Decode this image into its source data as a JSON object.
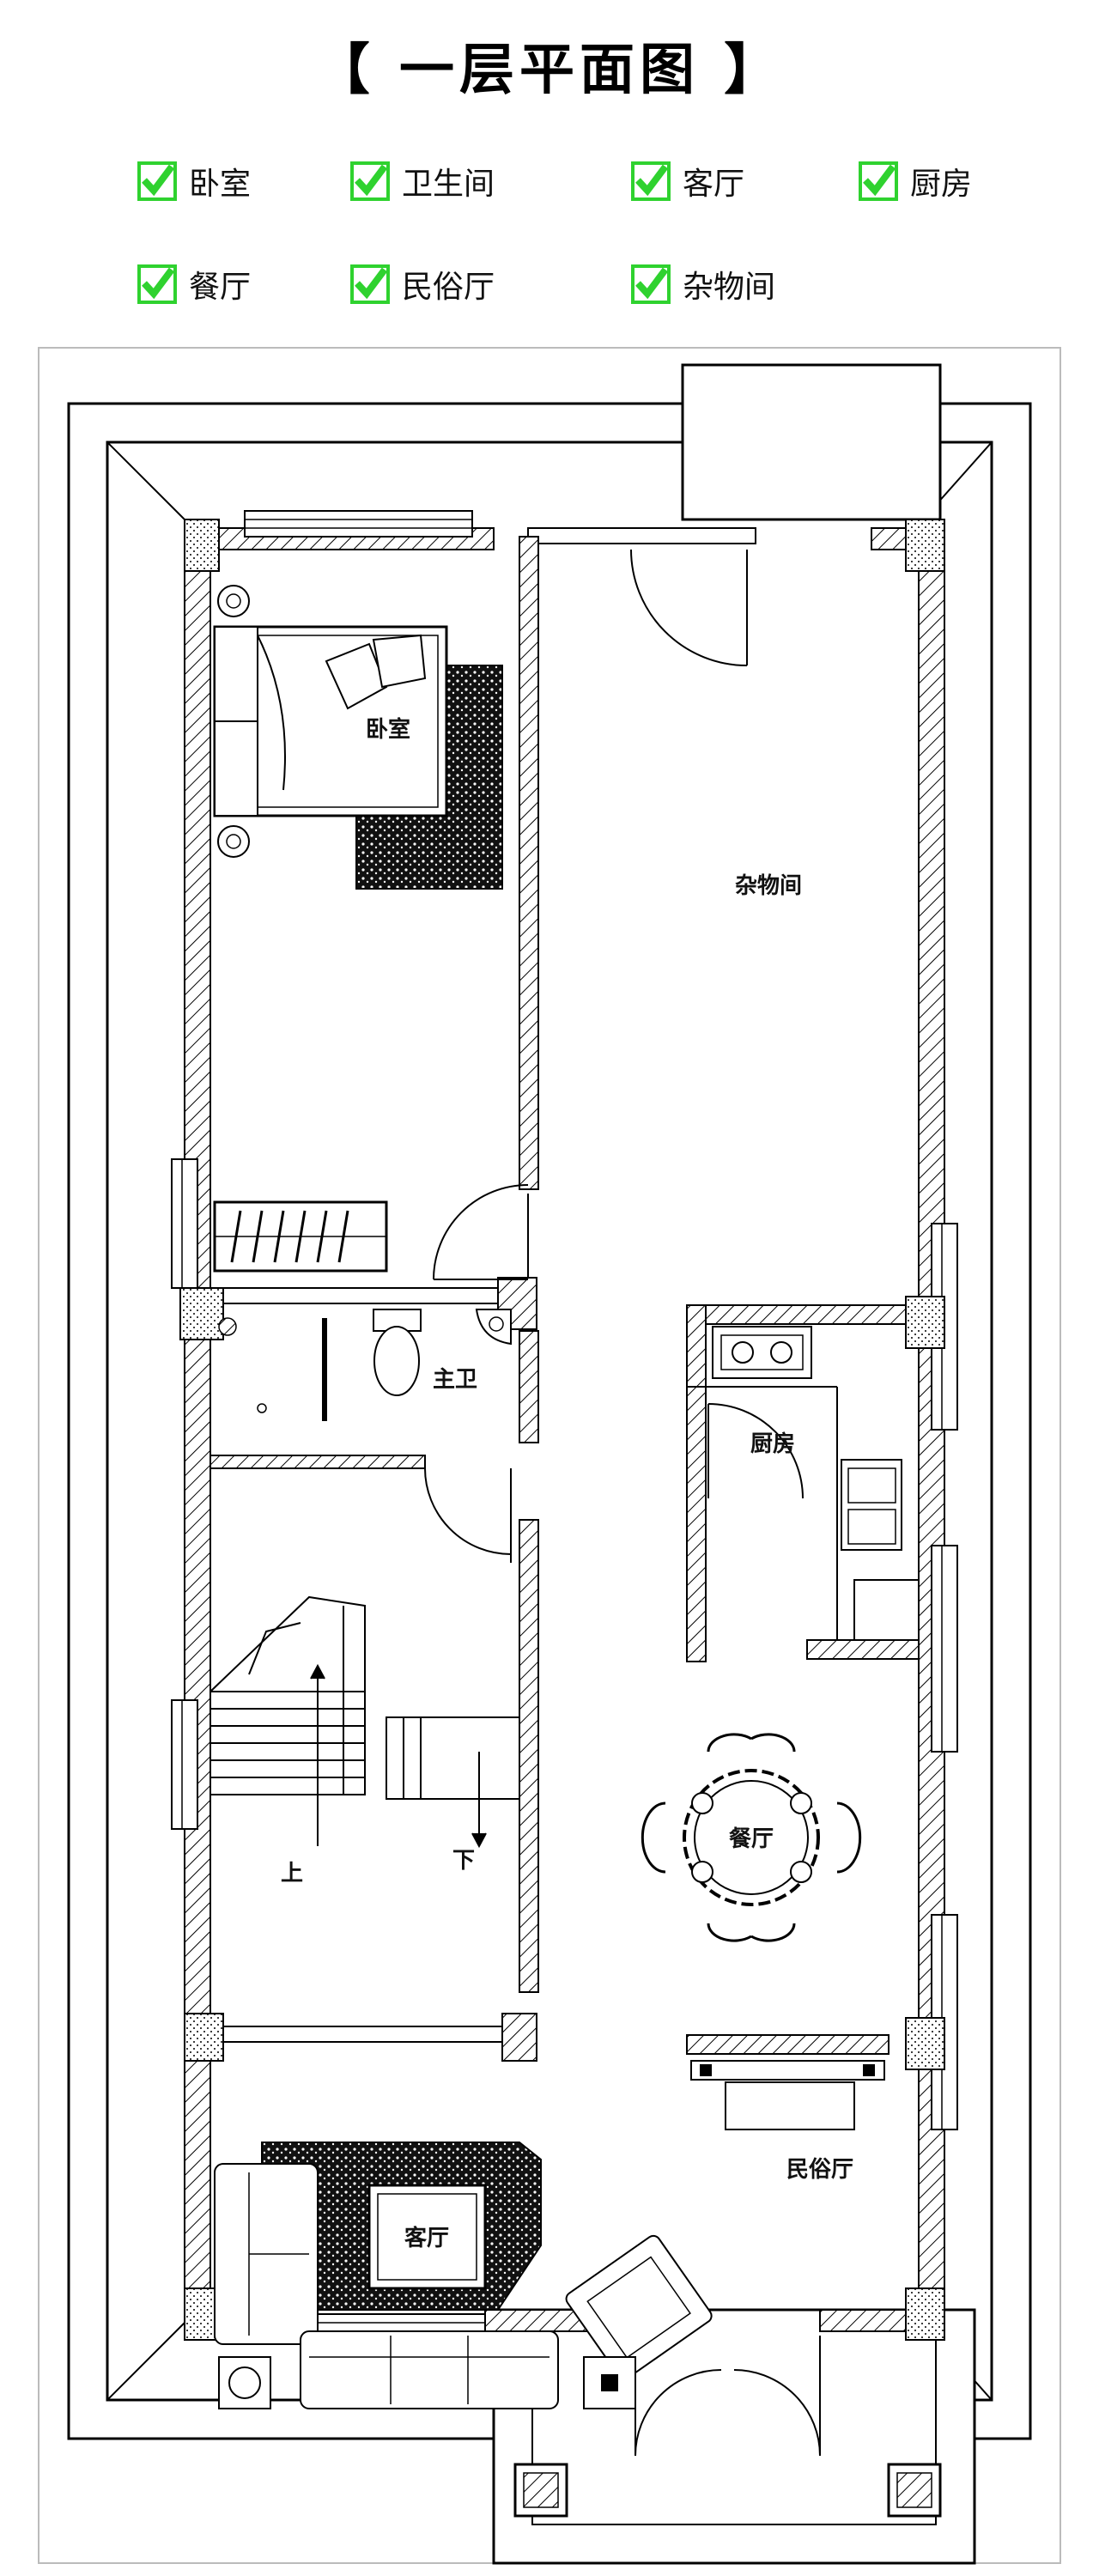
{
  "title": "【 一层平面图 】",
  "legend": [
    {
      "label": "卧室",
      "checked": true
    },
    {
      "label": "卫生间",
      "checked": true
    },
    {
      "label": "客厅",
      "checked": true
    },
    {
      "label": "厨房",
      "checked": true
    },
    {
      "label": "餐厅",
      "checked": true
    },
    {
      "label": "民俗厅",
      "checked": true
    },
    {
      "label": "杂物间",
      "checked": true
    }
  ],
  "colors": {
    "check_green": "#2fd22f",
    "line": "#000000",
    "hatch": "#000000"
  },
  "rooms": {
    "bedroom": "卧室",
    "storage": "杂物间",
    "bathroom": "主卫",
    "kitchen": "厨房",
    "dining": "餐厅",
    "folk_hall": "民俗厅",
    "living": "客厅",
    "stairs_up": "上",
    "stairs_down": "下"
  }
}
